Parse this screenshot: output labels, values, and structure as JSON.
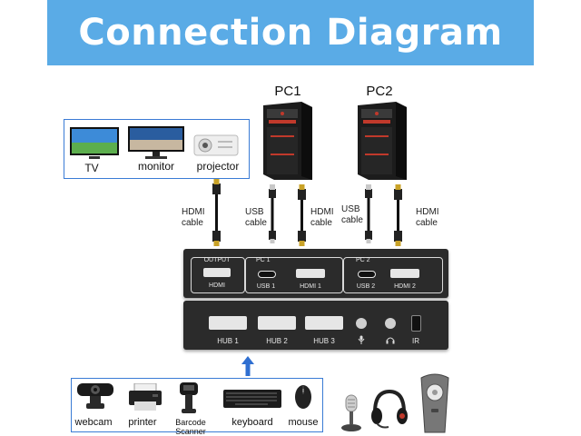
{
  "title": "Connection Diagram",
  "pcs": [
    {
      "label": "PC1"
    },
    {
      "label": "PC2"
    }
  ],
  "cables": {
    "output_hdmi": [
      "HDMI",
      "cable"
    ],
    "pc1_usb": [
      "USB",
      "cable"
    ],
    "pc1_hdmi": [
      "HDMI",
      "cable"
    ],
    "pc2_usb": [
      "USB",
      "cable"
    ],
    "pc2_hdmi": [
      "HDMI",
      "cable"
    ]
  },
  "displays": [
    {
      "label": "TV",
      "icon": "tv-icon"
    },
    {
      "label": "monitor",
      "icon": "monitor-icon"
    },
    {
      "label": "projector",
      "icon": "projector-icon"
    }
  ],
  "switch_back": {
    "output_group": "OUTPUT",
    "output_port": "HDMI",
    "pc1_group": "PC 1",
    "pc1_usb": "USB 1",
    "pc1_hdmi": "HDMI 1",
    "pc2_group": "PC 2",
    "pc2_usb": "USB 2",
    "pc2_hdmi": "HDMI 2"
  },
  "switch_front": {
    "hub1": "HUB 1",
    "hub2": "HUB 2",
    "hub3": "HUB 3",
    "ir": "IR"
  },
  "peripherals": [
    {
      "label": "webcam",
      "icon": "webcam-icon"
    },
    {
      "label": "printer",
      "icon": "printer-icon"
    },
    {
      "label": "Barcode Scanner",
      "icon": "barcode-scanner-icon"
    },
    {
      "label": "keyboard",
      "icon": "keyboard-icon"
    },
    {
      "label": "mouse",
      "icon": "mouse-icon"
    }
  ],
  "colors": {
    "banner": "#5aabe6",
    "box_border": "#3a7bd5",
    "arrow": "#2f6fd1",
    "panel": "#2b2b2b"
  }
}
